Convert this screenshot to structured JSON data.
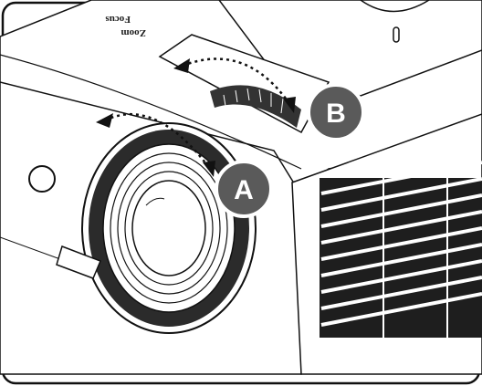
{
  "diagram": {
    "lens_labels": {
      "focus": "Focus",
      "zoom": "Zoom"
    },
    "callouts": {
      "a": {
        "letter": "A"
      },
      "b": {
        "letter": "B"
      }
    },
    "colors": {
      "line": "#111111",
      "callout_fill": "#5a5a5a",
      "callout_ring": "#ffffff",
      "body_fill": "#ffffff",
      "vent_fill": "#1e1e1e"
    }
  }
}
